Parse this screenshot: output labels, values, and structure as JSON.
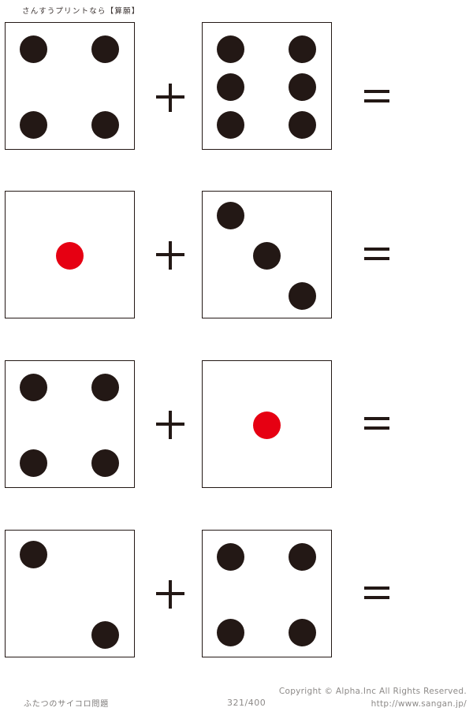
{
  "header": {
    "site_label": "さんすうプリントなら【算願】"
  },
  "worksheet": {
    "operator_plus": "+",
    "operator_equals": "=",
    "rows": [
      {
        "index": 1,
        "left_die": {
          "value": 4,
          "pip_color": "#231815",
          "layout": "four"
        },
        "right_die": {
          "value": 6,
          "pip_color": "#231815",
          "layout": "six"
        }
      },
      {
        "index": 2,
        "left_die": {
          "value": 1,
          "pip_color": "#e60012",
          "layout": "one"
        },
        "right_die": {
          "value": 3,
          "pip_color": "#231815",
          "layout": "three"
        }
      },
      {
        "index": 3,
        "left_die": {
          "value": 4,
          "pip_color": "#231815",
          "layout": "four"
        },
        "right_die": {
          "value": 1,
          "pip_color": "#e60012",
          "layout": "one"
        }
      },
      {
        "index": 4,
        "left_die": {
          "value": 2,
          "pip_color": "#231815",
          "layout": "two"
        },
        "right_die": {
          "value": 4,
          "pip_color": "#231815",
          "layout": "four"
        }
      }
    ]
  },
  "footer": {
    "title": "ふたつのサイコロ問題",
    "page": "321/400",
    "copyright": "Copyright ©  Alpha.Inc All Rights Reserved.",
    "url": "http://www.sangan.jp/"
  },
  "colors": {
    "pip_dark": "#231815",
    "pip_red": "#e60012",
    "die_border": "#231815",
    "footer_text": "#8d8a88"
  }
}
